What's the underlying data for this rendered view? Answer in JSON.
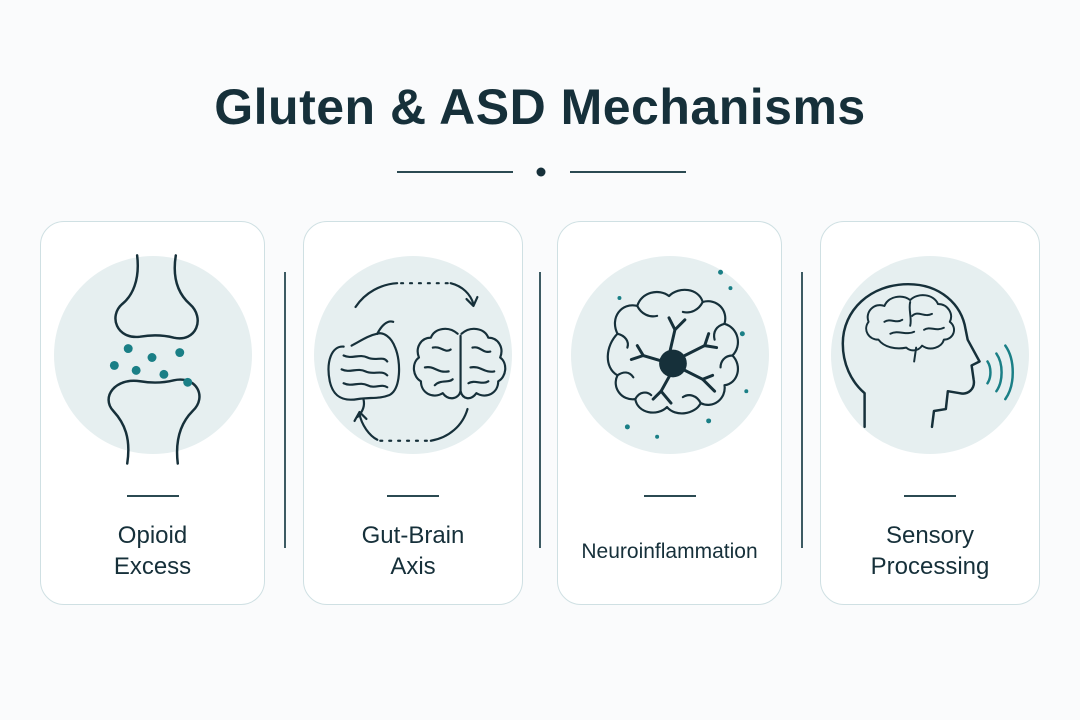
{
  "title": "Gluten & ASD Mechanisms",
  "colors": {
    "ink": "#16303a",
    "accent": "#1a7f86",
    "card_border": "#cfe0e3",
    "circle_fill": "#e6eff0"
  },
  "cards": [
    {
      "label_lines": [
        "Opioid",
        "Excess"
      ],
      "icon": "synapse-icon"
    },
    {
      "label_lines": [
        "Gut-Brain",
        "Axis"
      ],
      "icon": "gut-brain-cycle-icon"
    },
    {
      "label_lines": [
        "Neuroinflammation"
      ],
      "icon": "neuron-brain-icon"
    },
    {
      "label_lines": [
        "Sensory",
        "Processing"
      ],
      "icon": "head-sensory-icon"
    }
  ]
}
